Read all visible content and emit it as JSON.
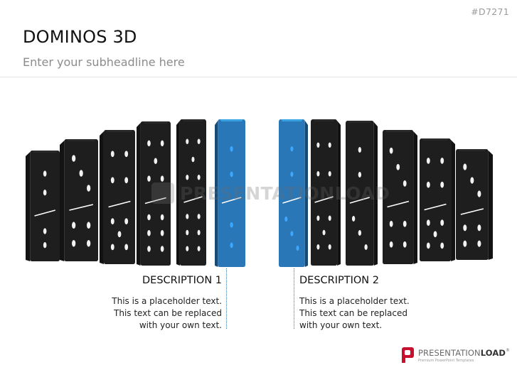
{
  "slide": {
    "code": "#D7271",
    "title": "DOMINOS 3D",
    "subtitle": "Enter your subheadline here"
  },
  "colors": {
    "domino_dark": "#1e1e1e",
    "domino_blue": "#2a77b7",
    "accent_line": "#2b7bbd",
    "logo_red": "#c8102e"
  },
  "watermark": {
    "icon": "presentationload-logo-icon",
    "text": "PRESENTATIONLOAD"
  },
  "descriptions": [
    {
      "heading": "DESCRIPTION 1",
      "body": "This is a placeholder text.\nThis text can be replaced\nwith your own text."
    },
    {
      "heading": "DESCRIPTION 2",
      "body": "This is a placeholder text.\nThis text can be replaced\nwith your own text."
    }
  ],
  "logo": {
    "icon": "presentationload-logo-icon",
    "name_light": "PRESENTATION",
    "name_bold": "LOAD",
    "trademark": "®",
    "tagline": "Premium PowerPoint Templates"
  }
}
